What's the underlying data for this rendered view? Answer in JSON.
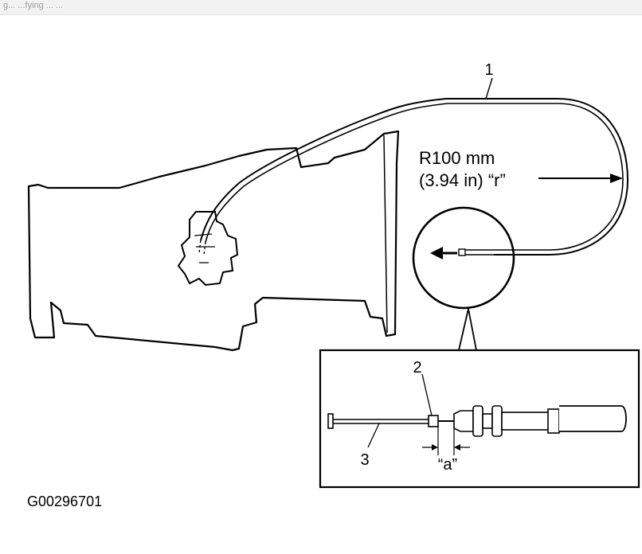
{
  "header_fragment": "g... ...fying ... ...",
  "labels": {
    "callout_1": "1",
    "callout_2": "2",
    "callout_3": "3",
    "radius_line1": "R100 mm",
    "radius_line2": "(3.94 in) “r”",
    "dimension_a": "“a”"
  },
  "figure_id": "G00296701"
}
